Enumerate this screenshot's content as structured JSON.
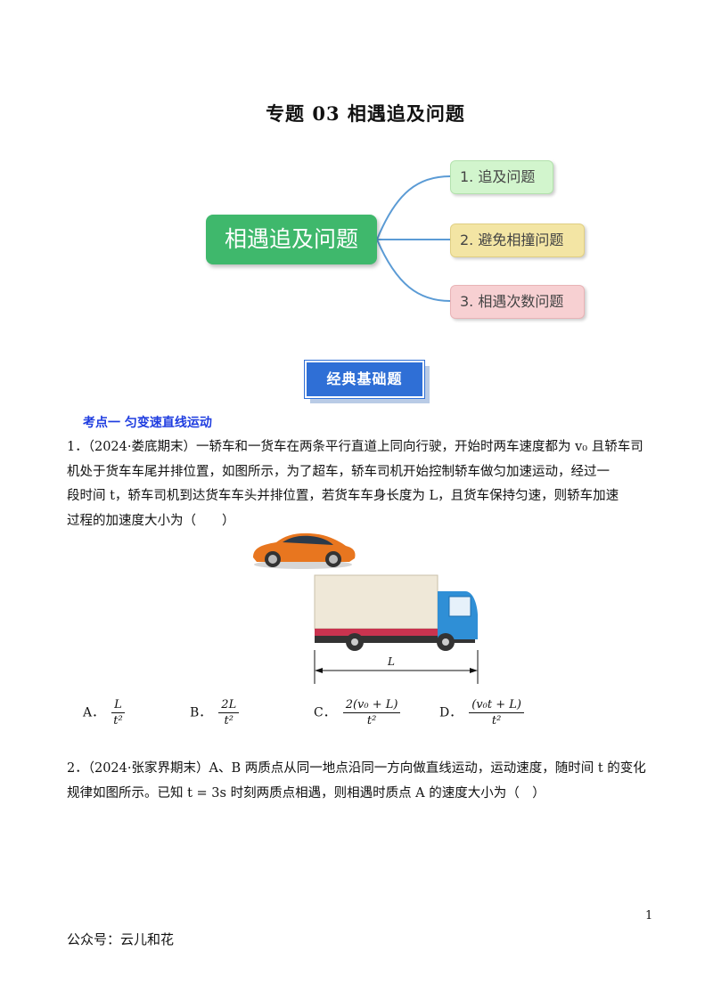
{
  "title": "专题 03 相遇追及问题",
  "mindmap": {
    "center": "相遇追及问题",
    "branches": [
      "1. 追及问题",
      "2. 避免相撞问题",
      "3. 相遇次数问题"
    ]
  },
  "banner": "经典基础题",
  "section": "考点一 匀变速直线运动",
  "q1": {
    "lines": [
      "1．（2024·娄底期末）一轿车和一货车在两条平行直道上同向行驶，开始时两车速度都为 v₀ 且轿车司",
      "机处于货车车尾并排位置，如图所示，为了超车，轿车司机开始控制轿车做匀加速运动，经过一",
      "段时间 t，轿车司机到达货车车头并排位置，若货车车身长度为 L，且货车保持匀速，则轿车加速",
      "过程的加速度大小为（　　）"
    ],
    "figure_label": "L",
    "options": {
      "A": {
        "label": "A．",
        "num": "L",
        "den": "t²"
      },
      "B": {
        "label": "B．",
        "num": "2L",
        "den": "t²"
      },
      "C": {
        "label": "C．",
        "num": "2(v₀ + L)",
        "den": "t²"
      },
      "D": {
        "label": "D．",
        "num": "(v₀t + L)",
        "den": "t²"
      }
    }
  },
  "q2": {
    "lines": [
      "2．（2024·张家界期末）A、B 两质点从同一地点沿同一方向做直线运动，运动速度，随时间 t 的变化",
      "规律如图所示。已知 t = 3s 时刻两质点相遇，则相遇时质点 A 的速度大小为（　）"
    ]
  },
  "page_number": "1",
  "footer": "公众号：云儿和花"
}
